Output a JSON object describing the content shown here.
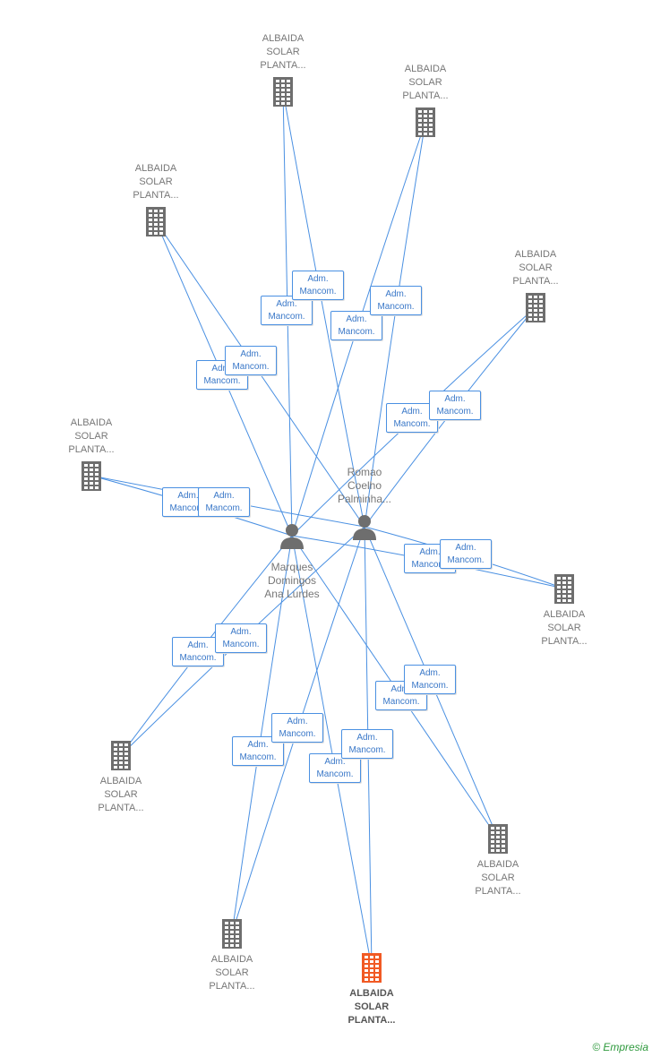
{
  "colors": {
    "edge": "#4a90e2",
    "building": "#6e6e6e",
    "highlight": "#f15a24",
    "label": "#777777"
  },
  "companies": [
    {
      "id": "c1",
      "label": "ALBAIDA\nSOLAR\nPLANTA...",
      "icon": "building-icon",
      "highlight": false
    },
    {
      "id": "c2",
      "label": "ALBAIDA\nSOLAR\nPLANTA...",
      "icon": "building-icon",
      "highlight": false
    },
    {
      "id": "c3",
      "label": "ALBAIDA\nSOLAR\nPLANTA...",
      "icon": "building-icon",
      "highlight": false
    },
    {
      "id": "c4",
      "label": "ALBAIDA\nSOLAR\nPLANTA...",
      "icon": "building-icon",
      "highlight": false
    },
    {
      "id": "c5",
      "label": "ALBAIDA\nSOLAR\nPLANTA...",
      "icon": "building-icon",
      "highlight": false
    },
    {
      "id": "c6",
      "label": "ALBAIDA\nSOLAR\nPLANTA...",
      "icon": "building-icon",
      "highlight": false
    },
    {
      "id": "c7",
      "label": "ALBAIDA\nSOLAR\nPLANTA...",
      "icon": "building-icon",
      "highlight": false
    },
    {
      "id": "c8",
      "label": "ALBAIDA\nSOLAR\nPLANTA...",
      "icon": "building-icon",
      "highlight": false
    },
    {
      "id": "c9",
      "label": "ALBAIDA\nSOLAR\nPLANTA...",
      "icon": "building-icon",
      "highlight": false
    },
    {
      "id": "c10",
      "label": "ALBAIDA\nSOLAR\nPLANTA...",
      "icon": "building-icon",
      "highlight": true
    }
  ],
  "persons": [
    {
      "id": "p1",
      "label": "Marques\nDomingos\nAna Lurdes",
      "icon": "person-icon"
    },
    {
      "id": "p2",
      "label": "Romao\nCoelho\nPalminha...",
      "icon": "person-icon"
    }
  ],
  "edges": [
    {
      "from": "p1",
      "to": "c1",
      "label": "Adm.\nMancom."
    },
    {
      "from": "p2",
      "to": "c1",
      "label": "Adm.\nMancom."
    },
    {
      "from": "p1",
      "to": "c2",
      "label": "Adm.\nMancom."
    },
    {
      "from": "p2",
      "to": "c2",
      "label": "Adm.\nMancom."
    },
    {
      "from": "p1",
      "to": "c3",
      "label": "Adm.\nMancom."
    },
    {
      "from": "p2",
      "to": "c3",
      "label": "Adm.\nMancom."
    },
    {
      "from": "p1",
      "to": "c4",
      "label": "Adm.\nMancom."
    },
    {
      "from": "p2",
      "to": "c4",
      "label": "Adm.\nMancom."
    },
    {
      "from": "p1",
      "to": "c5",
      "label": "Adm.\nMancom."
    },
    {
      "from": "p2",
      "to": "c5",
      "label": "Adm.\nMancom."
    },
    {
      "from": "p1",
      "to": "c6",
      "label": "Adm.\nMancom."
    },
    {
      "from": "p2",
      "to": "c6",
      "label": "Adm.\nMancom."
    },
    {
      "from": "p1",
      "to": "c7",
      "label": "Adm.\nMancom."
    },
    {
      "from": "p2",
      "to": "c7",
      "label": "Adm.\nMancom."
    },
    {
      "from": "p1",
      "to": "c8",
      "label": "Adm.\nMancom."
    },
    {
      "from": "p2",
      "to": "c8",
      "label": "Adm.\nMancom."
    },
    {
      "from": "p1",
      "to": "c9",
      "label": "Adm.\nMancom."
    },
    {
      "from": "p2",
      "to": "c9",
      "label": "Adm.\nMancom."
    },
    {
      "from": "p1",
      "to": "c10",
      "label": "Adm.\nMancom."
    },
    {
      "from": "p2",
      "to": "c10",
      "label": "Adm.\nMancom."
    }
  ],
  "branding": {
    "copyright": "©",
    "name": "Empresia"
  }
}
